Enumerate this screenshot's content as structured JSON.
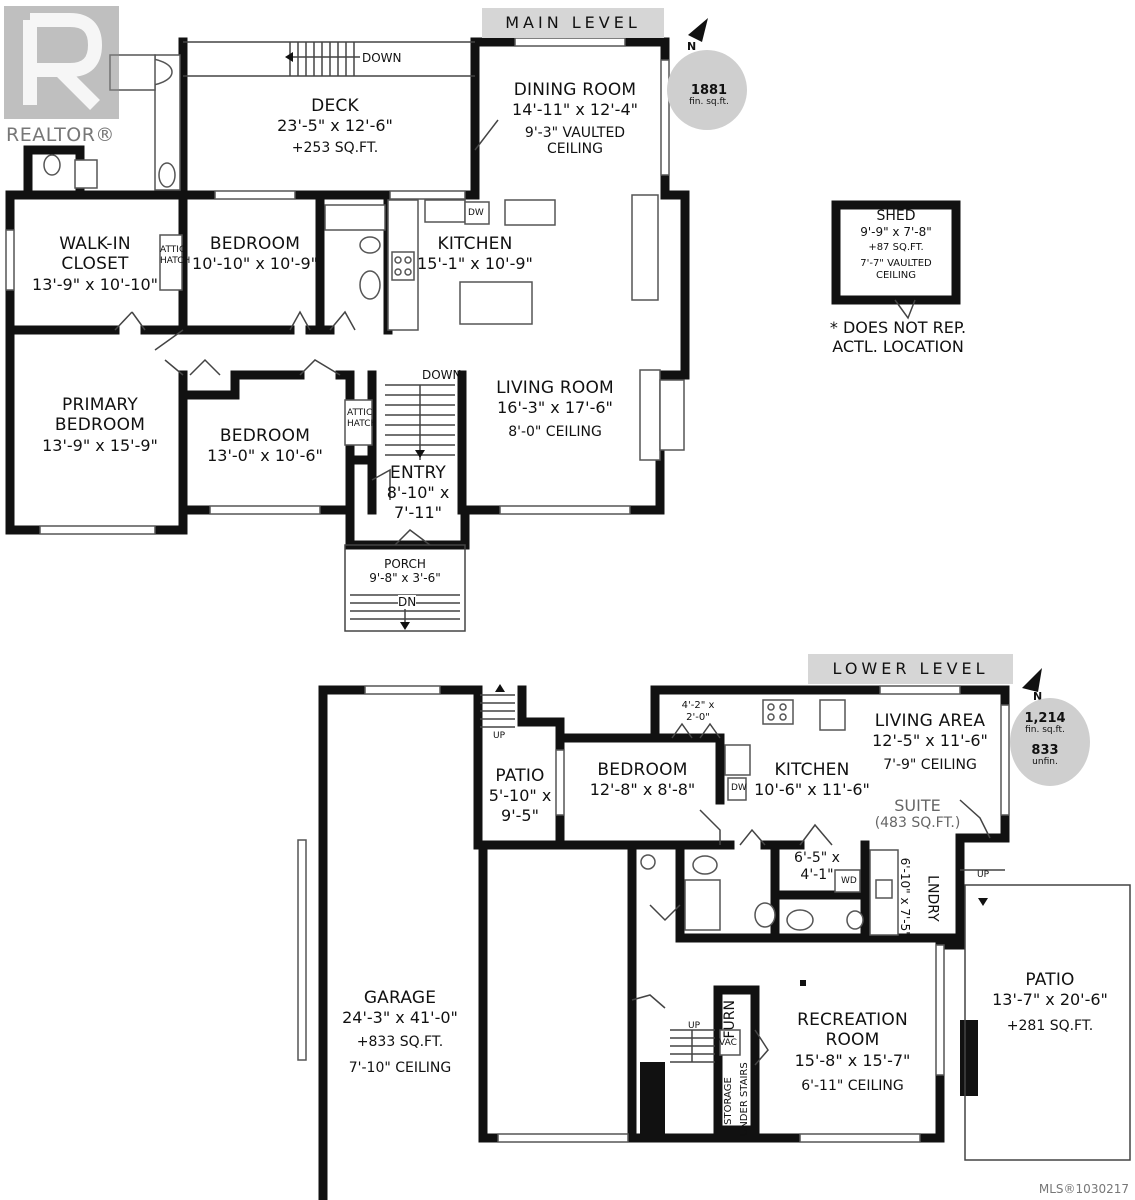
{
  "branding": {
    "logo_text": "REALTOR®",
    "mls_id": "MLS®1030217"
  },
  "main_level": {
    "banner": "MAIN LEVEL",
    "compass_n": "N",
    "area_value": "1881",
    "area_unit": "fin. sq.ft.",
    "deck": {
      "name": "DECK",
      "dims": "23'-5\" x 12'-6\"",
      "sqft": "+253 SQ.FT.",
      "stair_label": "DOWN"
    },
    "dining_room": {
      "name": "DINING ROOM",
      "dims": "14'-11\" x 12'-4\"",
      "ceiling_1": "9'-3\" VAULTED",
      "ceiling_2": "CEILING"
    },
    "walk_in_closet": {
      "name_1": "WALK-IN",
      "name_2": "CLOSET",
      "dims": "13'-9\" x 10'-10\""
    },
    "attic_hatch_1": {
      "line_1": "ATTIC",
      "line_2": "HATCH"
    },
    "bedroom_1": {
      "name": "BEDROOM",
      "dims": "10'-10\" x 10'-9\""
    },
    "kitchen": {
      "name": "KITCHEN",
      "dims": "15'-1\" x 10'-9\"",
      "dw": "DW"
    },
    "primary_bedroom": {
      "name_1": "PRIMARY",
      "name_2": "BEDROOM",
      "dims": "13'-9\" x 15'-9\""
    },
    "bedroom_2": {
      "name": "BEDROOM",
      "dims": "13'-0\" x 10'-6\""
    },
    "attic_hatch_2": {
      "line_1": "ATTIC",
      "line_2": "HATCH"
    },
    "stair_down": "DOWN",
    "living_room": {
      "name": "LIVING ROOM",
      "dims": "16'-3\" x 17'-6\"",
      "ceiling": "8'-0\" CEILING"
    },
    "entry": {
      "name": "ENTRY",
      "dims_1": "8'-10\" x",
      "dims_2": "7'-11\""
    },
    "porch": {
      "name": "PORCH",
      "dims": "9'-8\" x 3'-6\"",
      "stair_label": "DN"
    }
  },
  "shed": {
    "name": "SHED",
    "dims": "9'-9\" x 7'-8\"",
    "sqft": "+87 SQ.FT.",
    "ceiling_1": "7'-7\" VAULTED",
    "ceiling_2": "CEILING",
    "disclaimer_1": "* DOES NOT REP.",
    "disclaimer_2": "ACTL. LOCATION"
  },
  "lower_level": {
    "banner": "LOWER LEVEL",
    "compass_n": "N",
    "area_fin_value": "1,214",
    "area_fin_unit": "fin. sq.ft.",
    "area_unfin_value": "833",
    "area_unfin_unit": "unfin.",
    "patio_1": {
      "name": "PATIO",
      "dims_1": "5'-10\" x",
      "dims_2": "9'-5\"",
      "stair_label": "UP"
    },
    "closet": {
      "dims_1": "4'-2\" x",
      "dims_2": "2'-0\""
    },
    "bedroom": {
      "name": "BEDROOM",
      "dims": "12'-8\" x 8'-8\""
    },
    "kitchen": {
      "name": "KITCHEN",
      "dims": "10'-6\" x 11'-6\"",
      "dw": "DW"
    },
    "living_area": {
      "name": "LIVING AREA",
      "dims": "12'-5\" x 11'-6\"",
      "ceiling": "7'-9\" CEILING"
    },
    "suite": {
      "name": "SUITE",
      "sqft": "(483 SQ.FT.)"
    },
    "bath": {
      "dims_1": "6'-5\" x",
      "dims_2": "4'-1\"",
      "wd": "WD"
    },
    "laundry": {
      "name": "LNDRY",
      "dims": "6'-10\" x 7'-5\""
    },
    "exterior_stair": "UP",
    "garage": {
      "name": "GARAGE",
      "dims": "24'-3\" x 41'-0\"",
      "sqft": "+833 SQ.FT.",
      "ceiling": "7'-10\" CEILING"
    },
    "interior_stair": "UP",
    "furnace": "FURN",
    "vacuum": "VAC",
    "storage": {
      "line_1": "STORAGE",
      "line_2": "UNDER STAIRS"
    },
    "recreation_room": {
      "name_1": "RECREATION",
      "name_2": "ROOM",
      "dims": "15'-8\" x 15'-7\"",
      "ceiling": "6'-11\" CEILING"
    },
    "patio_2": {
      "name": "PATIO",
      "dims": "13'-7\" x 20'-6\"",
      "sqft": "+281 SQ.FT."
    }
  }
}
